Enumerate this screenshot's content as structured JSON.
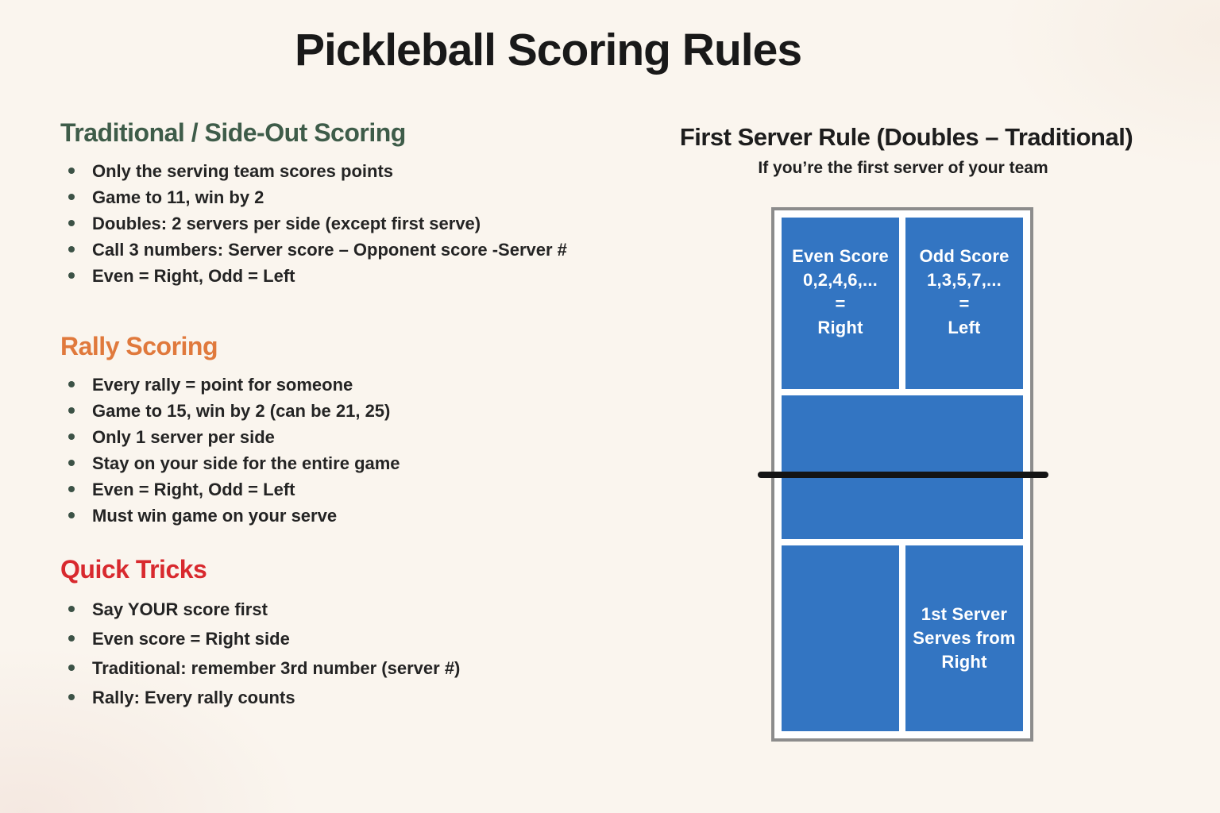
{
  "page": {
    "title": "Pickleball Scoring Rules"
  },
  "colors": {
    "background": "#faf5ee",
    "heading_green": "#3e5c49",
    "heading_orange": "#e0793c",
    "heading_red": "#d8292e",
    "bullet_dot": "#3c5246",
    "court_blue": "#3375c2",
    "court_border_gray": "#8c8c8c",
    "court_line_white": "#ffffff",
    "net_black": "#141414",
    "body_text": "#242424"
  },
  "sections": [
    {
      "heading": "Traditional / Side-Out Scoring",
      "bullets": [
        "Only the serving team scores points",
        "Game to 11, win by 2",
        "Doubles: 2 servers per side (except first serve)",
        "Call 3 numbers: Server score – Opponent score -Server #",
        "Even = Right, Odd = Left"
      ]
    },
    {
      "heading": "Rally Scoring",
      "bullets": [
        "Every rally = point for someone",
        "Game to 15, win by 2 (can be 21, 25)",
        "Only 1 server per side",
        "Stay on your side for the entire game",
        "Even = Right, Odd = Left",
        "Must win game on your serve"
      ]
    },
    {
      "heading": "Quick Tricks",
      "bullets": [
        "Say YOUR score first",
        "Even score = Right side",
        "Traditional: remember 3rd number (server #)",
        "Rally: Every rally counts"
      ]
    }
  ],
  "diagram": {
    "heading": "First Server Rule (Doubles – Traditional)",
    "subheading": "If you’re the first server of your team",
    "court": {
      "top_left": {
        "lines": [
          "Even Score",
          "0,2,4,6,...",
          "=",
          "Right"
        ]
      },
      "top_right": {
        "lines": [
          "Odd Score",
          "1,3,5,7,...",
          "=",
          "Left"
        ]
      },
      "bottom_right": {
        "lines": [
          "1st Server",
          "Serves from",
          "Right"
        ]
      }
    }
  }
}
